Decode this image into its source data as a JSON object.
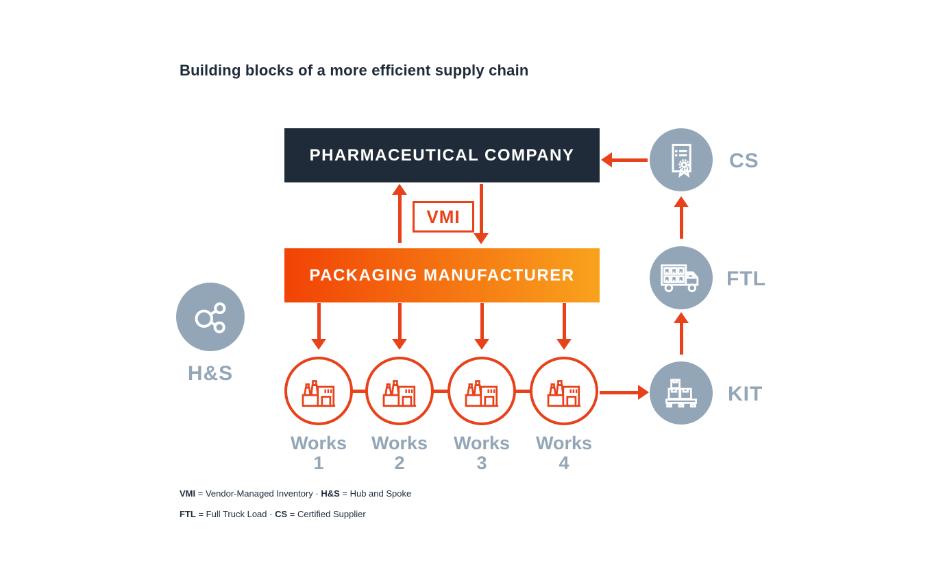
{
  "title": "Building blocks of a more efficient supply chain",
  "colors": {
    "accent": "#e8421a",
    "navy": "#1f2b39",
    "gray_blue": "#93a6b8",
    "orange_gradient_start": "#f14305",
    "orange_gradient_end": "#f9a21d"
  },
  "nodes": {
    "pharmaceutical": "PHARMACEUTICAL COMPANY",
    "packaging": "PACKAGING MANUFACTURER",
    "vmi": "VMI"
  },
  "works": [
    {
      "word": "Works",
      "num": "1"
    },
    {
      "word": "Works",
      "num": "2"
    },
    {
      "word": "Works",
      "num": "3"
    },
    {
      "word": "Works",
      "num": "4"
    }
  ],
  "side_nodes": {
    "hs": {
      "label": "H&S",
      "icon": "hub-and-spoke-icon"
    },
    "cs": {
      "label": "CS",
      "icon": "certificate-icon"
    },
    "ftl": {
      "label": "FTL",
      "icon": "truck-icon"
    },
    "kit": {
      "label": "KIT",
      "icon": "pallet-boxes-icon"
    }
  },
  "legend": {
    "line1": {
      "key1": "VMI",
      "text1": " = Vendor-Managed Inventory · ",
      "key2": "H&S",
      "text2": " = Hub and Spoke"
    },
    "line2": {
      "key1": "FTL",
      "text1": " = Full Truck Load · ",
      "key2": "CS",
      "text2": " = Certified Supplier"
    }
  }
}
